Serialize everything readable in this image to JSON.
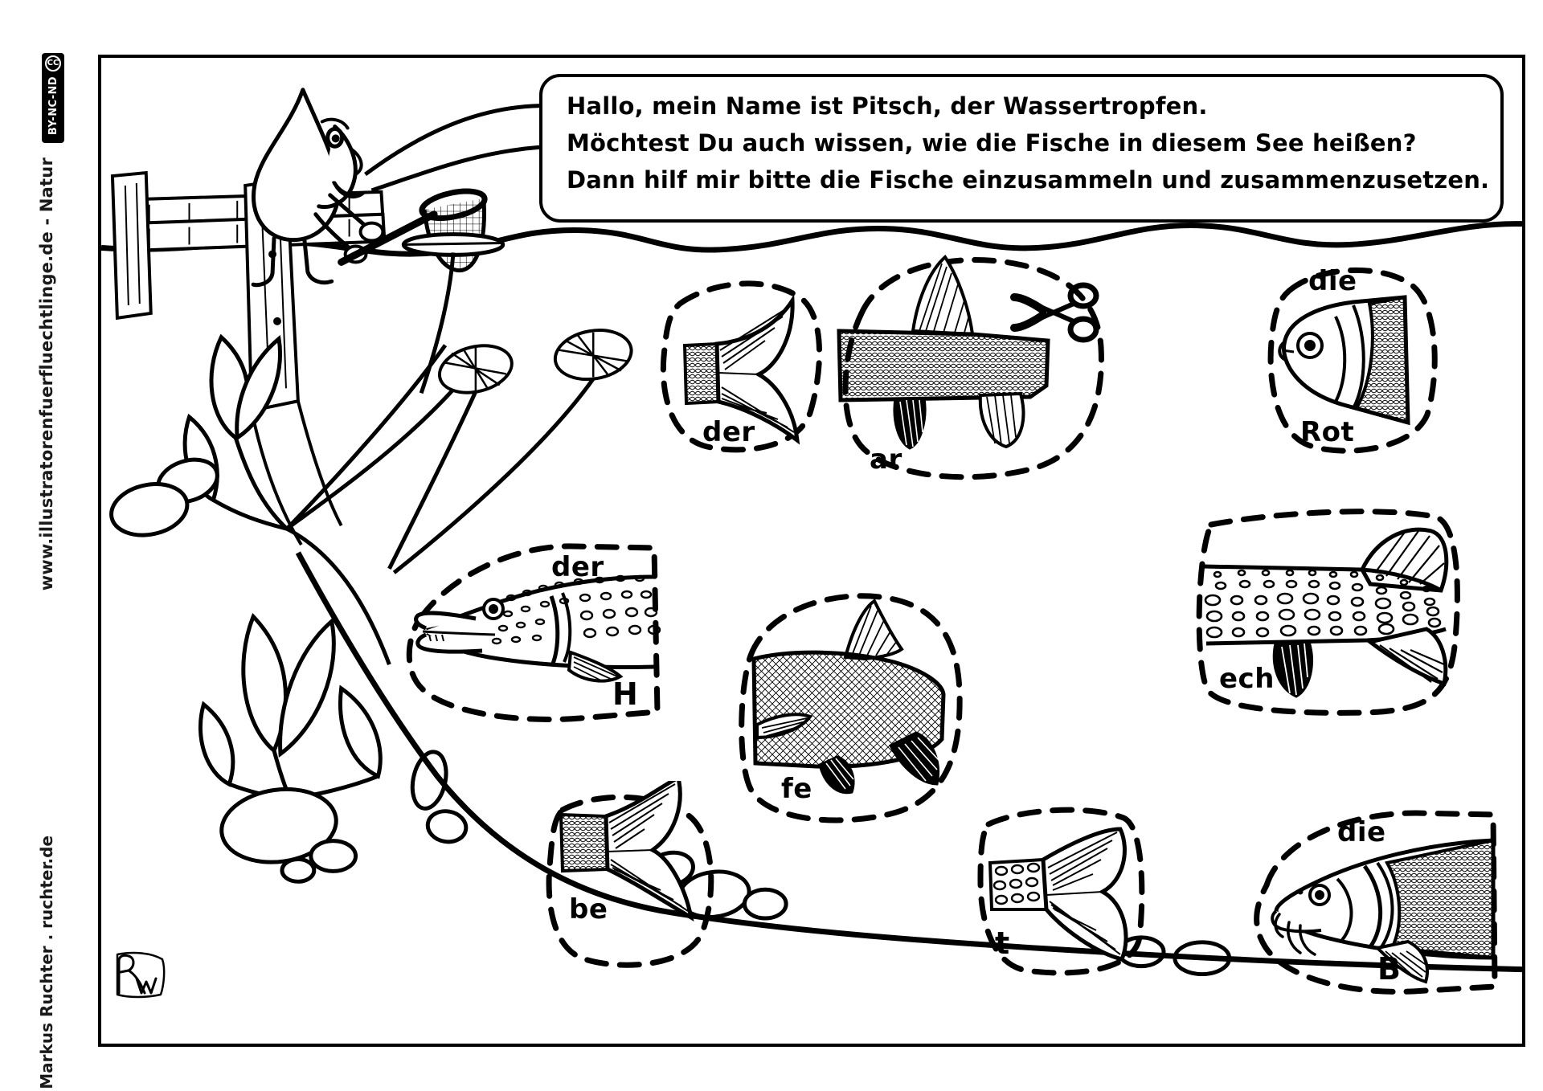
{
  "worksheet": {
    "title": "Fische einsammeln und zusammensetzen",
    "language": "de"
  },
  "credits": {
    "license_badge_cc": "CC",
    "license_badge_terms": "BY-NC-ND",
    "website": "www.illustratorenfuerfluechtlinge.de - Natur",
    "author": "Markus Ruchter . ruchter.de"
  },
  "speech_bubble": {
    "speaker": "Pitsch, der Wassertropfen",
    "lines": [
      "Hallo, mein Name ist Pitsch, der Wassertropfen.",
      "Möchtest Du auch wissen, wie die Fische in diesem See heißen?",
      "Dann hilf mir bitte die Fische einzusammeln und zusammenzusetzen."
    ]
  },
  "scene": {
    "character": "water-drop-with-fishing-net",
    "elements": [
      "wooden-jetty",
      "water-surface-line",
      "water-plants",
      "lily-pads",
      "stones",
      "lake-bottom"
    ]
  },
  "pieces": [
    {
      "id": "tail-der",
      "kind": "fish-tail",
      "labels": [
        "der"
      ],
      "label_positions": [
        "bottom-left"
      ],
      "cut_marker": false
    },
    {
      "id": "body-ar",
      "kind": "fish-body",
      "labels": [
        "ar"
      ],
      "label_positions": [
        "bottom-left"
      ],
      "cut_marker": true,
      "cut_icon": "scissors-icon"
    },
    {
      "id": "head-die-rot",
      "kind": "fish-head",
      "labels": [
        "die",
        "Rot"
      ],
      "label_positions": [
        "top",
        "bottom"
      ],
      "cut_marker": false
    },
    {
      "id": "head-der-h",
      "kind": "pike-head",
      "labels": [
        "der",
        "H"
      ],
      "label_positions": [
        "top-right",
        "bottom-right"
      ],
      "cut_marker": false
    },
    {
      "id": "body-ech",
      "kind": "pike-body",
      "labels": [
        "ech"
      ],
      "label_positions": [
        "bottom-left"
      ],
      "cut_marker": false
    },
    {
      "id": "body-fe",
      "kind": "fish-body",
      "labels": [
        "fe"
      ],
      "label_positions": [
        "bottom-left"
      ],
      "cut_marker": false
    },
    {
      "id": "tail-be",
      "kind": "fish-tail",
      "labels": [
        "be"
      ],
      "label_positions": [
        "bottom-left"
      ],
      "cut_marker": false
    },
    {
      "id": "tail-t",
      "kind": "pike-tail",
      "labels": [
        "t"
      ],
      "label_positions": [
        "bottom-left"
      ],
      "cut_marker": false
    },
    {
      "id": "head-die-b",
      "kind": "carp-head",
      "labels": [
        "die",
        "B"
      ],
      "label_positions": [
        "top",
        "bottom"
      ],
      "cut_marker": false
    }
  ],
  "colors": {
    "ink": "#000000",
    "paper": "#ffffff"
  }
}
